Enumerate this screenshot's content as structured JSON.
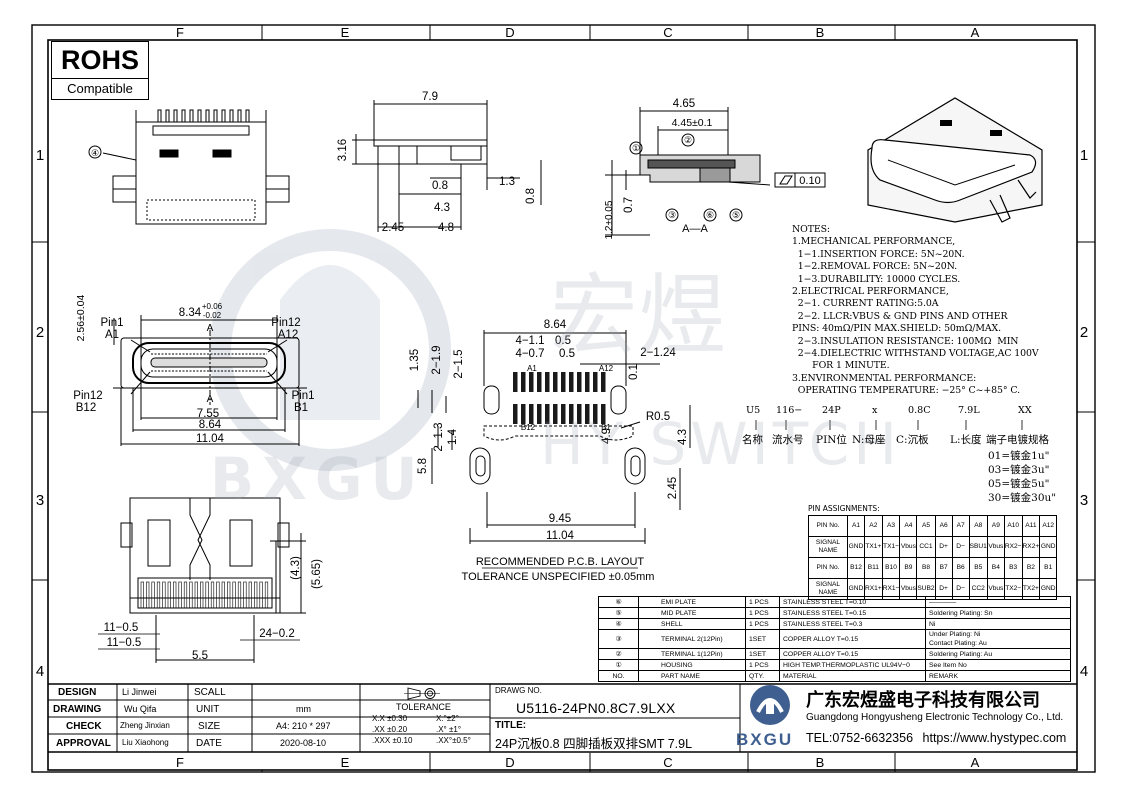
{
  "grid": {
    "columns": [
      "F",
      "E",
      "D",
      "C",
      "B",
      "A"
    ],
    "rows": [
      "1",
      "2",
      "3",
      "4"
    ]
  },
  "rohs": {
    "title": "ROHS",
    "subtitle": "Compatible"
  },
  "watermark": {
    "cn": "宏煜",
    "en": "HY SWITCH",
    "logo": "BXGU"
  },
  "views": {
    "top": {
      "callout": "④"
    },
    "side": {
      "dims": [
        "7.9",
        "3.16",
        "0.8",
        "1.3",
        "0.8",
        "4.3",
        "2.45",
        "4.8"
      ]
    },
    "section": {
      "dims": [
        "4.65",
        "4.45±0.1",
        "0.7",
        "1.2±0.05",
        "0.10"
      ],
      "callouts": [
        "①",
        "②",
        "③",
        "⑥",
        "⑤"
      ],
      "label": "A—A"
    },
    "front": {
      "dims": [
        "2.56±0.04",
        "8.34",
        "+0.06",
        "-0.02",
        "7.55",
        "8.64",
        "11.04"
      ],
      "pins": [
        "Pin1",
        "A1",
        "Pin12",
        "A12",
        "Pin12",
        "B12",
        "Pin1",
        "B1"
      ],
      "section_marks": [
        "A",
        "A"
      ]
    },
    "pcb": {
      "dims": [
        "8.64",
        "4−1.1",
        "0.5",
        "4−0.7",
        "0.5",
        "2−1.24",
        "1.35",
        "2−1.9",
        "2−1.5",
        "0.1",
        "R0.5",
        "2−1.3",
        "1.4",
        "4.9",
        "4.3",
        "5.8",
        "2.45",
        "9.45",
        "11.04"
      ],
      "pad_labels": [
        "A1",
        "A12",
        "B12",
        "B1"
      ],
      "caption": "RECOMMENDED  P.C.B. LAYOUT",
      "tolerance": "TOLERANCE UNSPECIFIED ±0.05mm"
    },
    "bottom": {
      "dims": [
        "(4.3)",
        "(5.65)",
        "11−0.5",
        "11−0.5",
        "24−0.2",
        "5.5"
      ]
    }
  },
  "notes": [
    "NOTES:",
    "1.MECHANICAL PERFORMANCE,",
    "  1−1.INSERTION FORCE: 5N~20N.",
    "  1−2.REMOVAL FORCE: 5N~20N.",
    "  1−3.DURABILITY: 10000 CYCLES.",
    "2.ELECTRICAL PERFORMANCE,",
    "  2−1. CURRENT RATING:5.0A",
    "  2−2. LLCR:VBUS & GND PINS AND OTHER",
    "PINS: 40mΩ/PIN MAX.SHIELD: 50mΩ/MAX.",
    "  2−3.INSULATION RESISTANCE: 100MΩ  MIN",
    "  2−4.DIELECTRIC WITHSTAND VOLTAGE,AC 100V",
    "       FOR 1 MINUTE.",
    "3.ENVIRONMENTAL PERFORMANCE:",
    "  OPERATING TEMPERATURE: −25° C~+85° C."
  ],
  "part_number_code": {
    "codes": [
      "U5",
      "116−",
      "24P",
      "x",
      "0.8C",
      "7.9L",
      "XX"
    ],
    "labels": [
      "名称",
      "流水号",
      "PIN位",
      "N:母座",
      "C:沉板",
      "L:长度",
      "端子电镀规格"
    ],
    "plating": [
      "01=镀金1u\"",
      "03=镀金3u\"",
      "05=镀金5u\"",
      "30=镀金30u\""
    ]
  },
  "pin_assignments": {
    "title": "PIN ASSIGNMENTS:",
    "row_a_header": "PIN No.",
    "row_a": [
      "A1",
      "A2",
      "A3",
      "A4",
      "A5",
      "A6",
      "A7",
      "A8",
      "A9",
      "A10",
      "A11",
      "A12"
    ],
    "sig_header": "SIGNAL NAME",
    "row_a_sig": [
      "GND",
      "TX1+",
      "TX1−",
      "Vbus",
      "CC1",
      "D+",
      "D−",
      "SBU1",
      "Vbus",
      "RX2−",
      "RX2+",
      "GND"
    ],
    "row_b": [
      "B12",
      "B11",
      "B10",
      "B9",
      "B8",
      "B7",
      "B6",
      "B5",
      "B4",
      "B3",
      "B2",
      "B1"
    ],
    "row_b_sig": [
      "GND",
      "RX1+",
      "RX1−",
      "Vbus",
      "SUB2",
      "D+",
      "D−",
      "CC2",
      "Vbus",
      "TX2−",
      "TX2+",
      "GND"
    ]
  },
  "bom": [
    {
      "no": "⑥",
      "name": "EMI PLATE",
      "qty": "1 PCS",
      "material": "STAINLESS STEEL T=0.10",
      "remark": "————"
    },
    {
      "no": "⑤",
      "name": "MID PLATE",
      "qty": "1 PCS",
      "material": "STAINLESS STEEL T=0.15",
      "remark": "Soldering Plating: Sn"
    },
    {
      "no": "④",
      "name": "SHELL",
      "qty": "1 PCS",
      "material": "STAINLESS STEEL T=0.3",
      "remark": "Ni"
    },
    {
      "no": "③",
      "name": "TERMINAL  2(12Pin)",
      "qty": "1SET",
      "material": "COPPER ALLOY  T=0.15",
      "remark": "Under Plating: Ni\nContact Plating: Au"
    },
    {
      "no": "②",
      "name": "TERMINAL  1(12Pin)",
      "qty": "1SET",
      "material": "COPPER ALLOY  T=0.15",
      "remark": "Soldering Plating: Au"
    },
    {
      "no": "①",
      "name": "HOUSING",
      "qty": "1 PCS",
      "material": "HIGH TEMP.THERMOPLASTIC UL94V−0",
      "remark": "See Item No"
    }
  ],
  "bom_header": {
    "no": "NO.",
    "name": "PART  NAME",
    "qty": "QTY.",
    "material": "MATERIAL",
    "remark": "REMARK"
  },
  "title_block": {
    "design_label": "DESIGN",
    "design": "Li Jinwei",
    "scall_label": "SCALL",
    "drawing_label": "DRAWING",
    "drawing": "Wu Qifa",
    "unit_label": "UNIT",
    "unit": "mm",
    "check_label": "CHECK",
    "check": "Zheng Jinxian",
    "size_label": "SIZE",
    "size": "A4: 210 * 297",
    "approval_label": "APPROVAL",
    "approval": "Liu Xiaohong",
    "date_label": "DATE",
    "date": "2020-08-10",
    "tolerance_label": "TOLERANCE",
    "tol_rows": [
      [
        "X.X  ±0.30",
        "X.°±2°"
      ],
      [
        ".XX  ±0.20",
        ".X° ±1°"
      ],
      [
        ".XXX  ±0.10",
        ".XX°±0.5°"
      ]
    ],
    "drawing_no_label": "DRAWG NO.",
    "drawing_no": "U5116-24PN0.8C7.9LXX",
    "title_label": "TITLE:",
    "title": "24P沉板0.8 四脚插板双排SMT 7.9L",
    "company_cn": "广东宏煜盛电子科技有限公司",
    "company_en": "Guangdong Hongyusheng Electronic Technology Co., Ltd.",
    "tel": "TEL:0752-6632356",
    "web": "https://www.hystypec.com",
    "logo_text": "BXGU"
  }
}
